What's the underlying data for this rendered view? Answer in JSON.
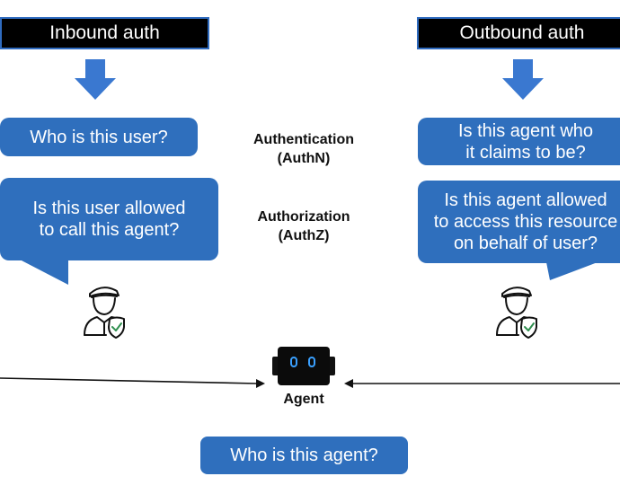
{
  "inbound": {
    "header": "Inbound auth",
    "question_who": "Who is this user?",
    "question_allowed": "Is this user allowed\nto call this agent?"
  },
  "outbound": {
    "header": "Outbound auth",
    "question_who": "Is this agent who\nit claims to be?",
    "question_allowed": "Is this agent allowed\nto access this resource\non behalf of user?"
  },
  "center": {
    "authn": "Authentication\n(AuthN)",
    "authz": "Authorization\n(AuthZ)",
    "agent_label": "Agent",
    "agent_question": "Who is this agent?"
  },
  "icons": {
    "guard_left": "security-guard-icon",
    "guard_right": "security-guard-icon",
    "agent": "robot-agent-icon"
  },
  "colors": {
    "bubble_blue": "#2f6fbd",
    "arrow_blue": "#3a78d0",
    "header_bg": "#000000",
    "header_border": "#2f6bbf"
  }
}
